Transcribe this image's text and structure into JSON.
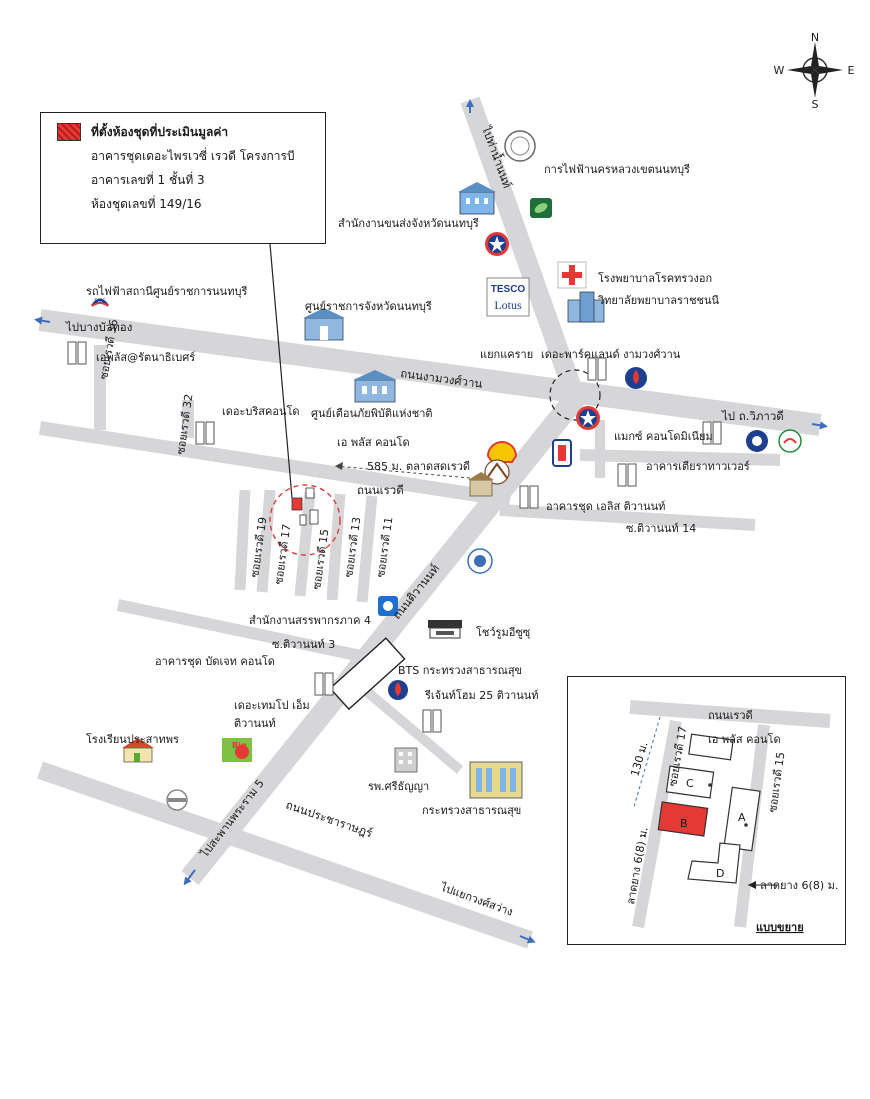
{
  "compass": {
    "n": "N",
    "s": "S",
    "e": "E",
    "w": "W"
  },
  "legend": {
    "line1": "ที่ตั้งห้องชุดที่ประเมินมูลค่า",
    "line2": "อาคารชุดเดอะไพรเวซี่ เรวดี โครงการบี",
    "line3": "อาคารเลขที่ 1  ชั้นที่ 3",
    "line4": "ห้องชุดเลขที่ 149/16",
    "swatch_color": "#e53935"
  },
  "roads": {
    "to_nonthaburi_pier": "ไปท่าน้ำนนท์",
    "to_bang_bua_thong": "ไปบางบัวทอง",
    "ngamwongwan": "ถนนงามวงศ์วาน",
    "to_vibhavadi": "ไป ถ.วิภาวดี",
    "tiwanon": "ถนนติวานนท์",
    "rewadi": "ถนนเรวดี",
    "soi_rewadi_36": "ซอยเรวดี 36",
    "soi_rewadi_32": "ซอยเรวดี 32",
    "soi_rewadi_19": "ซอยเรวดี 19",
    "soi_rewadi_17": "ซอยเรวดี 17",
    "soi_rewadi_15": "ซอยเรวดี 15",
    "soi_rewadi_13": "ซอยเรวดี 13",
    "soi_rewadi_11": "ซอยเรวดี 11",
    "soi_tiwanon_14": "ซ.ติวานนท์ 14",
    "soi_tiwanon_3": "ซ.ติวานนท์ 3",
    "prachachuen": "ถนนประชาราษฎร์",
    "to_phra_ram_5": "ไปสะพานพระราม 5",
    "to_kwong_sawang": "ไปแยกวงศ์สว่าง"
  },
  "places": {
    "pea": "การไฟฟ้านครหลวงเขตนนทบุรี",
    "transport_office": "สำนักงานขนส่งจังหวัดนนทบุรี",
    "chest_hospital": "โรงพยาบาลโรคทรวงอก",
    "nursing_college": "วิทยาลัยพยาบาลราชชนนี",
    "tesco_line1": "TESCO",
    "tesco_line2": "Lotus",
    "bts_logo": "BTS",
    "bts_nonthaburi": "รถไฟฟ้าสถานีศูนย์ราชการนนทบุรี",
    "gov_center": "ศูนย์ราชการจังหวัดนนทบุรี",
    "aplus_rattanathibet": "เอพลัส@รัตนาธิเบศร์",
    "khae_rai_junction": "แยกแคราย",
    "the_park_land": "เดอะพาร์คแลนด์ งามวงศ์วาน",
    "disaster_center": "ศูนย์เตือนภัยพิบัติแห่งชาติ",
    "the_bliss_condo": "เดอะบริสคอนโด",
    "max_condo": "แมกซ์ คอนโดมิเนียม",
    "tiara_tower": "อาคารเตียราทาวเวอร์",
    "aplus_condo": "เอ พลัส คอนโด",
    "distance_585": "585 ม.",
    "rewadi_market": "ตลาดสดเรวดี",
    "ellis_condo": "อาคารชุด เอลิส ติวานนท์",
    "revenue_office": "สำนักงานสรรพากรภาค 4",
    "isuzu_showroom": "โชว์รูมอีซูซุ",
    "budget_condo": "อาคารชุด บัดเจท คอนโด",
    "bts_ministry": "BTS กระทรวงสาธารณสุข",
    "regent_home": "รีเจ้นท์โฮม 25 ติวานนท์",
    "the_tempo": "เดอะเทมโป เอ็ม",
    "the_tempo_2": "ติวานนท์",
    "big_c_logo": "Big",
    "prasatporn_school": "โรงเรียนประสาทพร",
    "srithanya_hospital": "รพ.ศรีธัญญา",
    "ministry_health": "กระทรวงสาธารณสุข"
  },
  "inset": {
    "road": "ถนนเรวดี",
    "distance": "130 ม.",
    "soi_17": "ซอยเรวดี 17",
    "soi_15": "ซอยเรวดี 15",
    "aplus": "เอ พลัส คอนโด",
    "bldg_a": "A",
    "bldg_b": "B",
    "bldg_c": "C",
    "bldg_d": "D",
    "parking_left": "ลาดยาง 6(8) ม.",
    "parking_right": "ลาดยาง 6(8) ม.",
    "title": "แบบขยาย"
  }
}
